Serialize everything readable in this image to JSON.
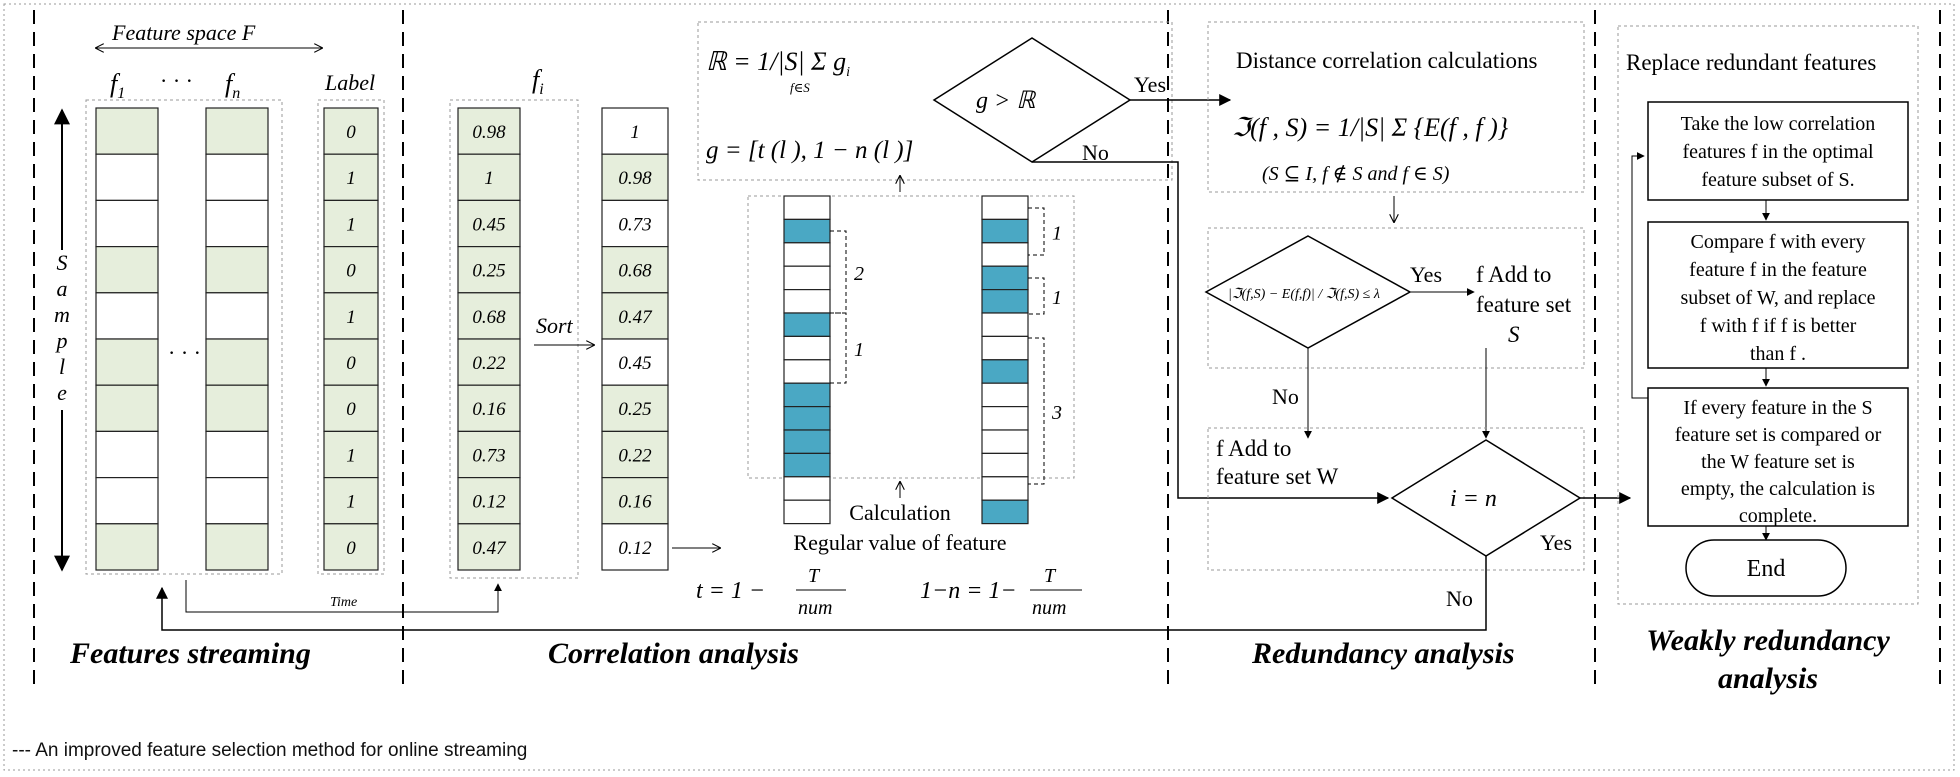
{
  "labels": {
    "feature_space": "Feature space F",
    "f1": "f",
    "f1_sub": "1",
    "ellipsis": "· · ·",
    "fn": "f",
    "fn_sub": "n",
    "label": "Label",
    "sample": "Sample",
    "time": "Time",
    "fi": "f",
    "fi_sub": "i",
    "sort": "Sort",
    "dots_mid": "· · ·"
  },
  "streaming": {
    "labels": [
      "0",
      "1",
      "1",
      "0",
      "1",
      "0",
      "0",
      "1",
      "1",
      "0"
    ]
  },
  "correlation": {
    "unsorted": [
      "0.98",
      "1",
      "0.45",
      "0.25",
      "0.68",
      "0.22",
      "0.16",
      "0.73",
      "0.12",
      "0.47"
    ],
    "sorted": [
      "1",
      "0.98",
      "0.73",
      "0.68",
      "0.47",
      "0.45",
      "0.25",
      "0.22",
      "0.16",
      "0.12"
    ],
    "formula_R": "ℝ = 1/|S| Σ g",
    "formula_R_sub": "f∈S",
    "formula_g": "g = [t (l ), 1 − n (l )]",
    "decision": "g  >  ℝ",
    "yes": "Yes",
    "no": "No",
    "gap_labels_left": [
      "2",
      "1"
    ],
    "gap_labels_right": [
      "1",
      "1",
      "3"
    ],
    "calc_line1": "Calculation",
    "calc_line2": "Regular value of feature",
    "tv_formula": "t = 1 −",
    "tv_num": "T",
    "tv_den": "num",
    "nv_formula": "1−n = 1−",
    "nv_num": "T",
    "nv_den": "num"
  },
  "redundancy": {
    "title": "Distance correlation calculations",
    "formula": "ℑ(f , S) = 1/|S| Σ {E(f , f )}",
    "condition": "(S ⊆ I, f ∉ S and f ∈ S)",
    "decision": "|ℑ(f,S) − E(f,f)| / ℑ(f,S) ≤ λ",
    "yes": "Yes",
    "add_S_line1": "f  Add to",
    "add_S_line2": "feature set",
    "add_S_line3": "S",
    "no": "No",
    "add_W_line1": "f  Add to",
    "add_W_line2": "feature set W",
    "loop_decision": "i  =  n",
    "loop_yes": "Yes",
    "loop_no": "No"
  },
  "weak": {
    "title": "Replace redundant features",
    "box1": [
      "Take the low correlation",
      "features f  in the optimal",
      "feature subset of S."
    ],
    "box2": [
      "Compare f  with every",
      "feature  f  in the feature",
      "subset of W, and replace",
      "f  with f  if f  is better",
      "than f ."
    ],
    "box3": [
      "If every feature in the S",
      "feature set is compared or",
      "the W feature set is",
      "empty, the calculation is",
      "complete."
    ],
    "end": "End"
  },
  "sections": {
    "s1": "Features streaming",
    "s2": "Correlation analysis",
    "s3": "Redundancy analysis",
    "s4_line1": "Weakly redundancy",
    "s4_line2": "analysis"
  },
  "footer": "---  An improved feature selection method for online streaming",
  "colors": {
    "green": "#e6eedc",
    "teal": "#4aa8c4",
    "border": "#222222",
    "dashed": "#888888"
  }
}
